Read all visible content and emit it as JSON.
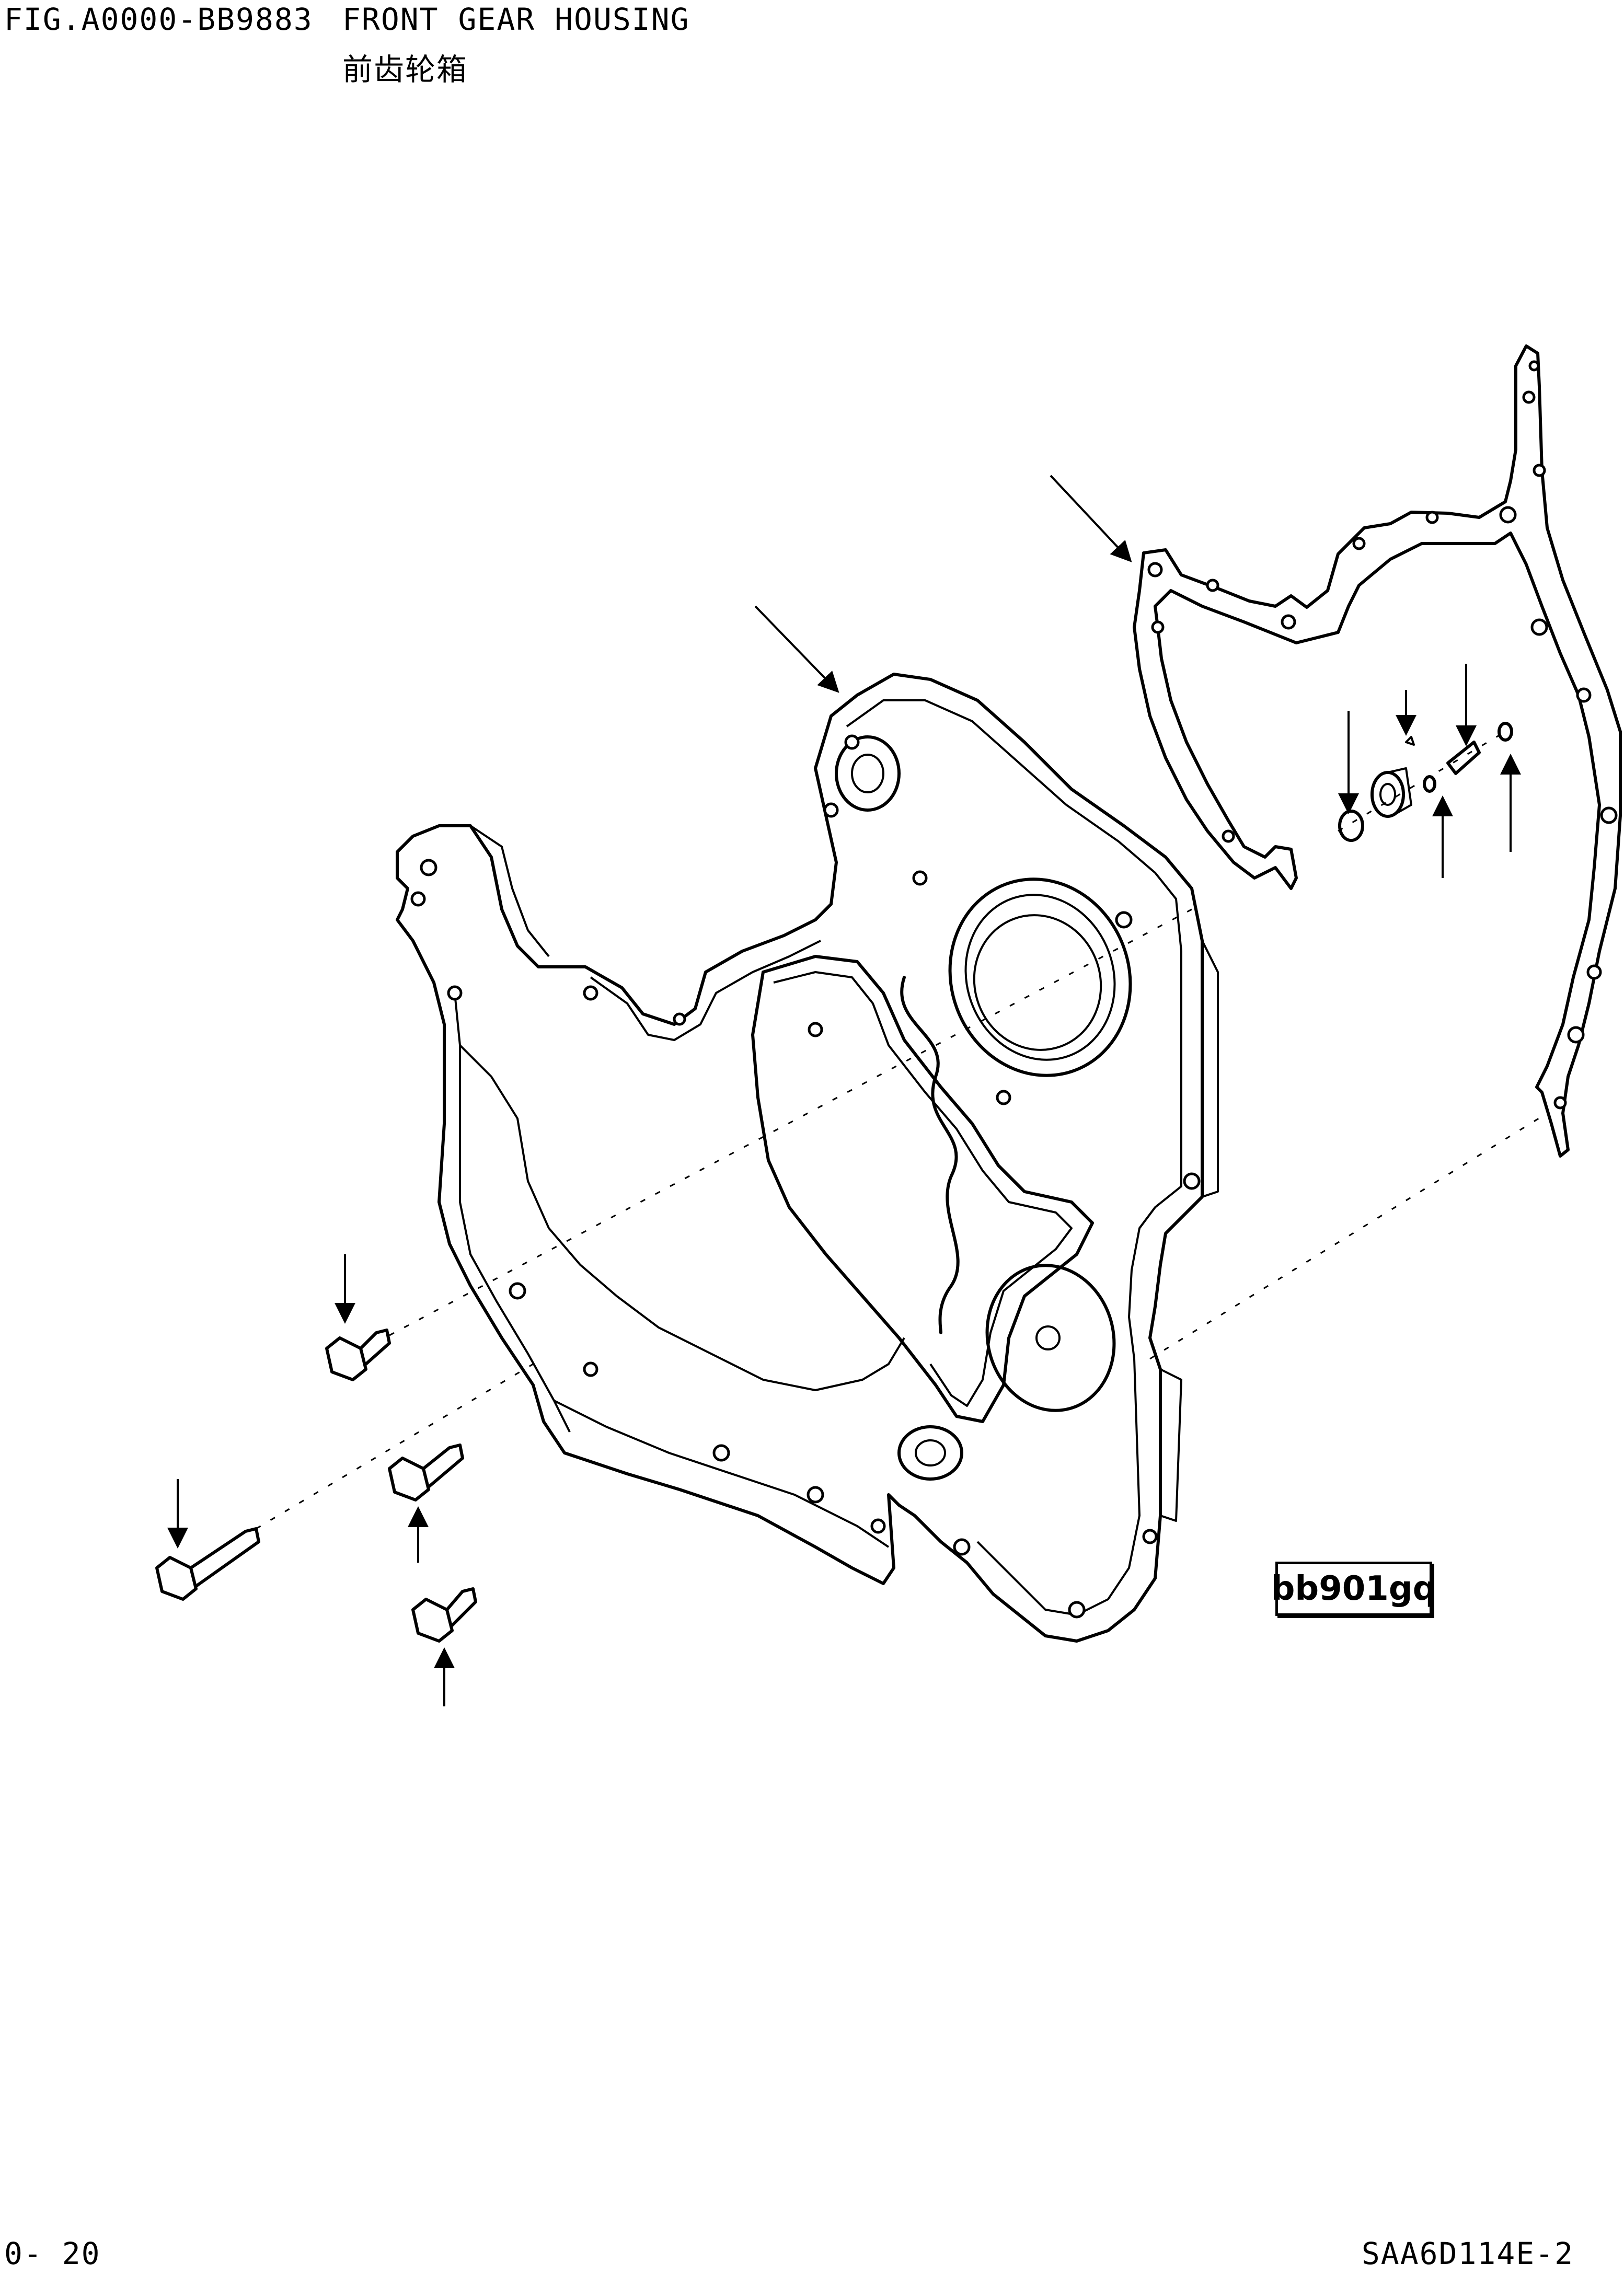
{
  "header": {
    "figure_code": "FIG.A0000-BB9883",
    "title": "FRONT GEAR HOUSING",
    "title_cn": "前齿轮箱"
  },
  "footer": {
    "page_number": "0- 20",
    "model": "SAA6D114E-2"
  },
  "diagram": {
    "reference_label": "bb901gq"
  }
}
